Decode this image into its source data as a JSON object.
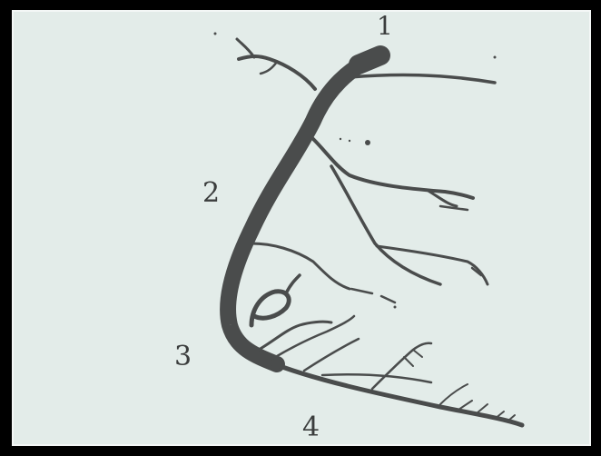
{
  "diagram": {
    "labels": {
      "one": "1",
      "two": "2",
      "three": "3",
      "four": "4"
    },
    "colors": {
      "background": "#e3ece9",
      "vessel": "#4a4c4c",
      "label": "#3b3d3d",
      "frame": "#000000"
    }
  }
}
